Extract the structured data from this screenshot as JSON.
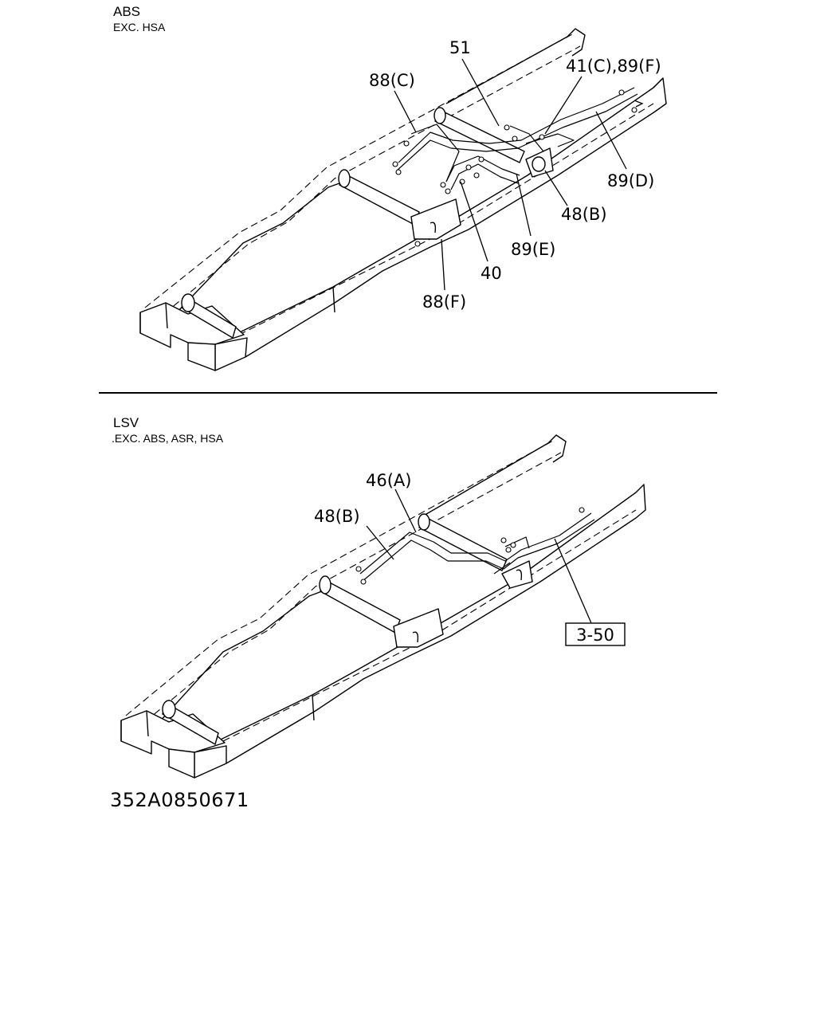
{
  "top": {
    "title": "ABS",
    "subtitle": "EXC. HSA",
    "labels": {
      "p51": "51",
      "p88c": "88(C)",
      "p41c89f": "41(C),89(F)",
      "p89d": "89(D)",
      "p48b": "48(B)",
      "p89e": "89(E)",
      "p40": "40",
      "p88f": "88(F)"
    }
  },
  "bottom": {
    "title": "LSV",
    "subtitle": ".EXC. ABS, ASR, HSA",
    "labels": {
      "p46a": "46(A)",
      "p48b": "48(B)",
      "ref350": "3-50"
    }
  },
  "drawing_code": "352A0850671"
}
